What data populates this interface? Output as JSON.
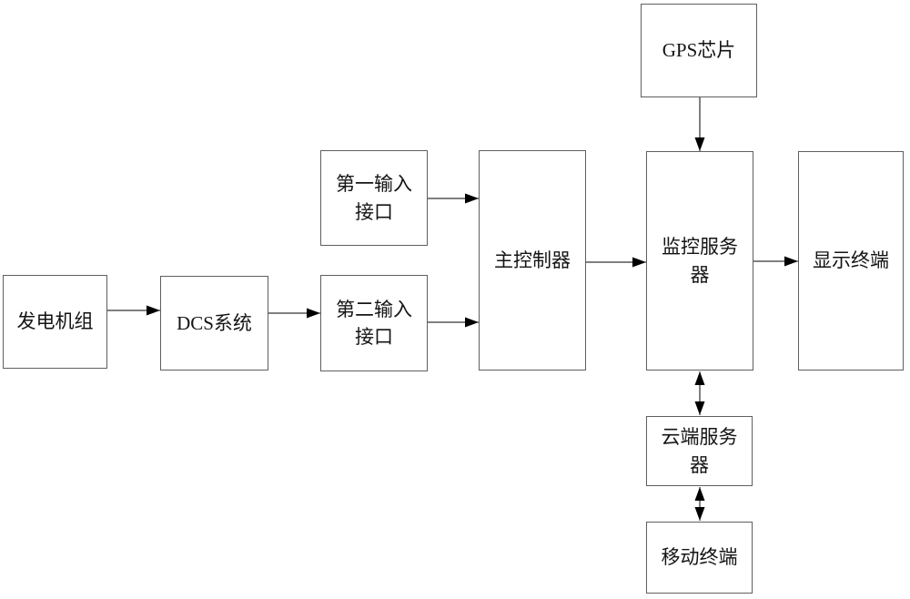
{
  "diagram": {
    "type": "block-diagram",
    "nodes": {
      "generator": {
        "label": "发电机组"
      },
      "dcs": {
        "label": "DCS系统"
      },
      "input1": {
        "label": "第一输入接口"
      },
      "input2": {
        "label": "第二输入接口"
      },
      "main_controller": {
        "label": "主控制器"
      },
      "gps_chip": {
        "label": "GPS芯片"
      },
      "monitor_server": {
        "label": "监控服务器"
      },
      "display_terminal": {
        "label": "显示终端"
      },
      "cloud_server": {
        "label": "云端服务器"
      },
      "mobile_terminal": {
        "label": "移动终端"
      }
    },
    "connections": [
      {
        "from": "发电机组",
        "to": "DCS系统",
        "type": "arrow"
      },
      {
        "from": "DCS系统",
        "to": "第二输入接口",
        "type": "arrow"
      },
      {
        "from": "第一输入接口",
        "to": "主控制器",
        "type": "arrow"
      },
      {
        "from": "第二输入接口",
        "to": "主控制器",
        "type": "arrow"
      },
      {
        "from": "主控制器",
        "to": "监控服务器",
        "type": "arrow"
      },
      {
        "from": "GPS芯片",
        "to": "监控服务器",
        "type": "arrow"
      },
      {
        "from": "监控服务器",
        "to": "显示终端",
        "type": "arrow"
      },
      {
        "from": "监控服务器",
        "to": "云端服务器",
        "type": "double-arrow"
      },
      {
        "from": "云端服务器",
        "to": "移动终端",
        "type": "double-arrow"
      }
    ],
    "colors": {
      "background": "#ffffff",
      "box_border": "#5f5f5f",
      "text": "#141414",
      "arrow": "#000000"
    }
  }
}
